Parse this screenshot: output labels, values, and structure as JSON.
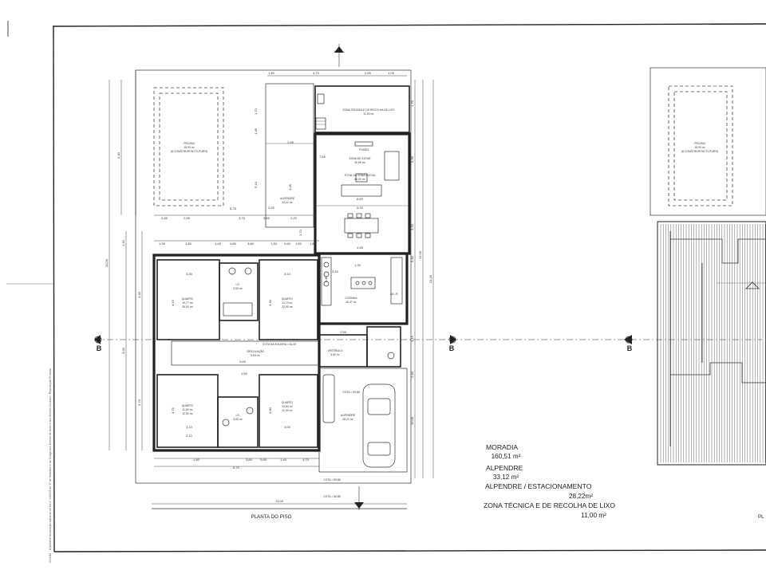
{
  "drawing": {
    "title_left": "PLANTA DO PISO",
    "title_right_partial": "PL",
    "section_marker": "B"
  },
  "spaces": [
    {
      "id": "piscina",
      "name": "PISCINA",
      "area": "18,00 m²",
      "note": "(A CONSTRUIR NO FUTURO)"
    },
    {
      "id": "zona_tecnica",
      "name": "ZONA TÉCNICA E DE RECOLHA DE LIXO",
      "area": "11,00 m²"
    },
    {
      "id": "zona_estar",
      "name": "ZONA DE ESTAR",
      "area": "30,90 m²"
    },
    {
      "id": "total_social",
      "name": "TOTAL DA ZONA SOCIAL",
      "area": "44,90 m²"
    },
    {
      "id": "alpendre_top",
      "name": "ALPENDRE",
      "area": "33,12 m²"
    },
    {
      "id": "quarto1",
      "name": "QUARTO",
      "area": "10,77 m²",
      "extra": "35,00 m²"
    },
    {
      "id": "quarto2",
      "name": "QUARTO",
      "area": "11,70 m²",
      "extra": "22,90 m²"
    },
    {
      "id": "cozinha",
      "name": "COZINHA",
      "area": "16,47 m²"
    },
    {
      "id": "is1",
      "name": "I.S.",
      "area": "3,60 m²"
    },
    {
      "id": "circulacao",
      "name": "CIRCULAÇÃO",
      "area": "9,64 m²"
    },
    {
      "id": "vestibulo",
      "name": "VESTÍBULO",
      "area": "3,60 m²"
    },
    {
      "id": "quarto3",
      "name": "QUARTO",
      "area": "11,60 m²",
      "extra": "12,50 m²"
    },
    {
      "id": "is2",
      "name": "I.S.",
      "area": "3,60 m²"
    },
    {
      "id": "quarto4",
      "name": "QUARTO",
      "area": "10,60 m²",
      "extra": "11,00 m²"
    },
    {
      "id": "alpendre_est",
      "name": "ALPENDRE",
      "area": "28,22 m²"
    }
  ],
  "cota_labels": {
    "soleira": "COTA DA SOLEIRA = 61,00",
    "parking": "COTA = 60,88",
    "bottom1": "COTA = 60,88",
    "bottom2": "COTA = 60,88"
  },
  "kitchen_labels": {
    "fogao": "FOGÃO",
    "misc": "M.L.R"
  },
  "fireplace_label": "FOGÃO",
  "dimensions": {
    "top": [
      "1,80",
      "4,70",
      "0,65",
      "1,05"
    ],
    "pool_row": [
      "2,85",
      "2,95",
      "8,75",
      "3,75",
      "2,20",
      "3,65"
    ],
    "mid": [
      "1,05",
      "1,80",
      "1,45",
      "0,80",
      "3,80",
      "1,40",
      "0,60",
      "1,50",
      "1,85"
    ],
    "bottom": [
      "1,80",
      "0,80",
      "0,65",
      "1,40",
      "4,75"
    ],
    "bottom_total": "13,00",
    "bottom_mid": "6,70",
    "left_vertical": [
      "9,40",
      "10,00",
      "1,50",
      "3,00",
      "4,40",
      "9,70"
    ],
    "right_vertical": [
      "1,70",
      "6,46",
      "3,30",
      "13,00",
      "21,35",
      "5,80",
      "4,15",
      "2,50",
      "10,00"
    ],
    "room_inner": [
      "3,30",
      "3,10",
      "4,15",
      "3,30",
      "3,10",
      "4,75",
      "3,80",
      "2,10",
      "3,00",
      "3,45",
      "2,56",
      "1,60",
      "0,65",
      "7,65",
      "6,60",
      "5,15",
      "4,45",
      "2,59",
      "2,20",
      "1,30",
      "3,70",
      "3,80",
      "5,10",
      "3,45",
      "1,70",
      "1,46"
    ]
  },
  "legend": [
    {
      "label": "MORADIA",
      "value": "160,51 m²"
    },
    {
      "label": "ALPENDRE",
      "value": "33,12 m²"
    },
    {
      "label": "ALPENDRE / ESTACIONAMENTO",
      "value": "28,22m²"
    },
    {
      "label": "ZONA TÉCNICA E DE RECOLHA DE LIXO",
      "value": "11,00 m²"
    }
  ],
  "right_pool": {
    "name": "PISCINA",
    "area": "18,00 m²",
    "note": "(A CONSTRUIR NO FUTURO)"
  },
  "margin_text": "A presente declaração aplica-se ao Lei nº 11/2003 de 17 de Setembro e ao Código dos Direitos de Autor e dos Direitos Conexos - Reprodução Proibida",
  "margin_code": "2002/42"
}
